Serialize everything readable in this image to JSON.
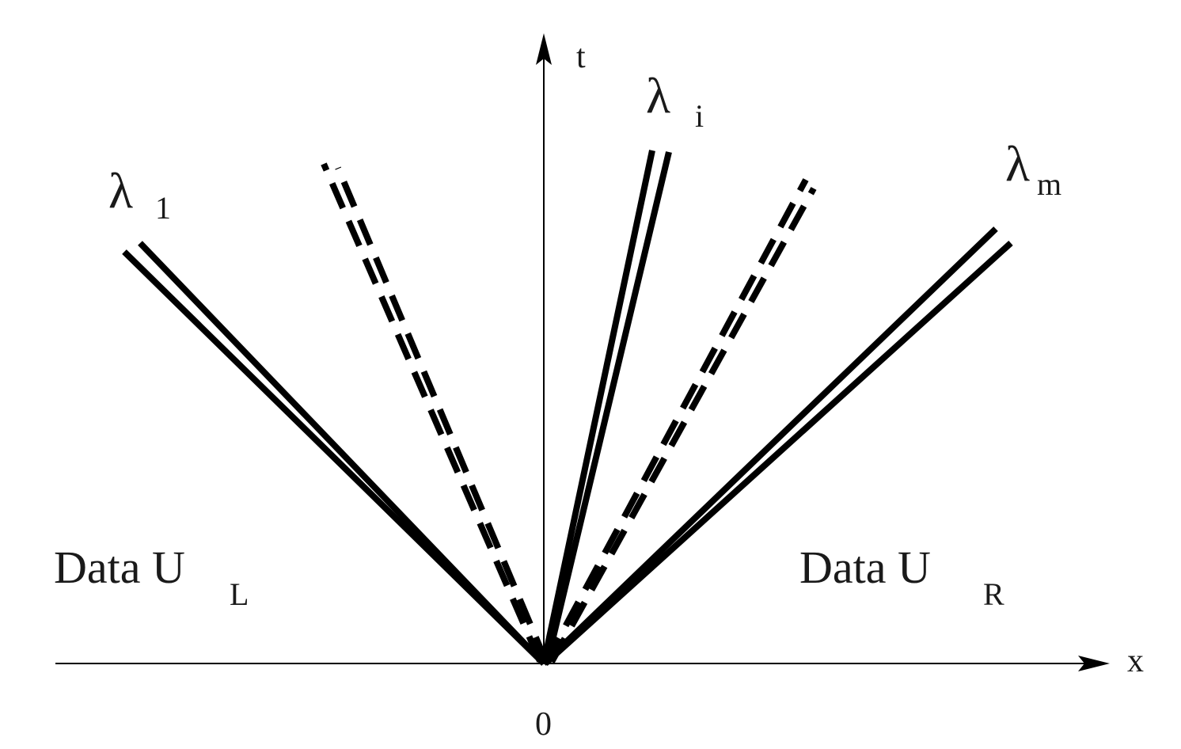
{
  "axes": {
    "x_label": "x",
    "t_label": "t",
    "origin_label": "0"
  },
  "regions": {
    "left_label": "Data U",
    "left_subscript": "L",
    "right_label": "Data U",
    "right_subscript": "R"
  },
  "waves": {
    "first_symbol": "λ",
    "first_subscript": "1",
    "middle_symbol": "λ",
    "middle_subscript": "i",
    "last_symbol": "λ",
    "last_subscript": "m"
  },
  "colors": {
    "line": "#000000",
    "text": "#1a1a1a",
    "background": "#ffffff"
  }
}
